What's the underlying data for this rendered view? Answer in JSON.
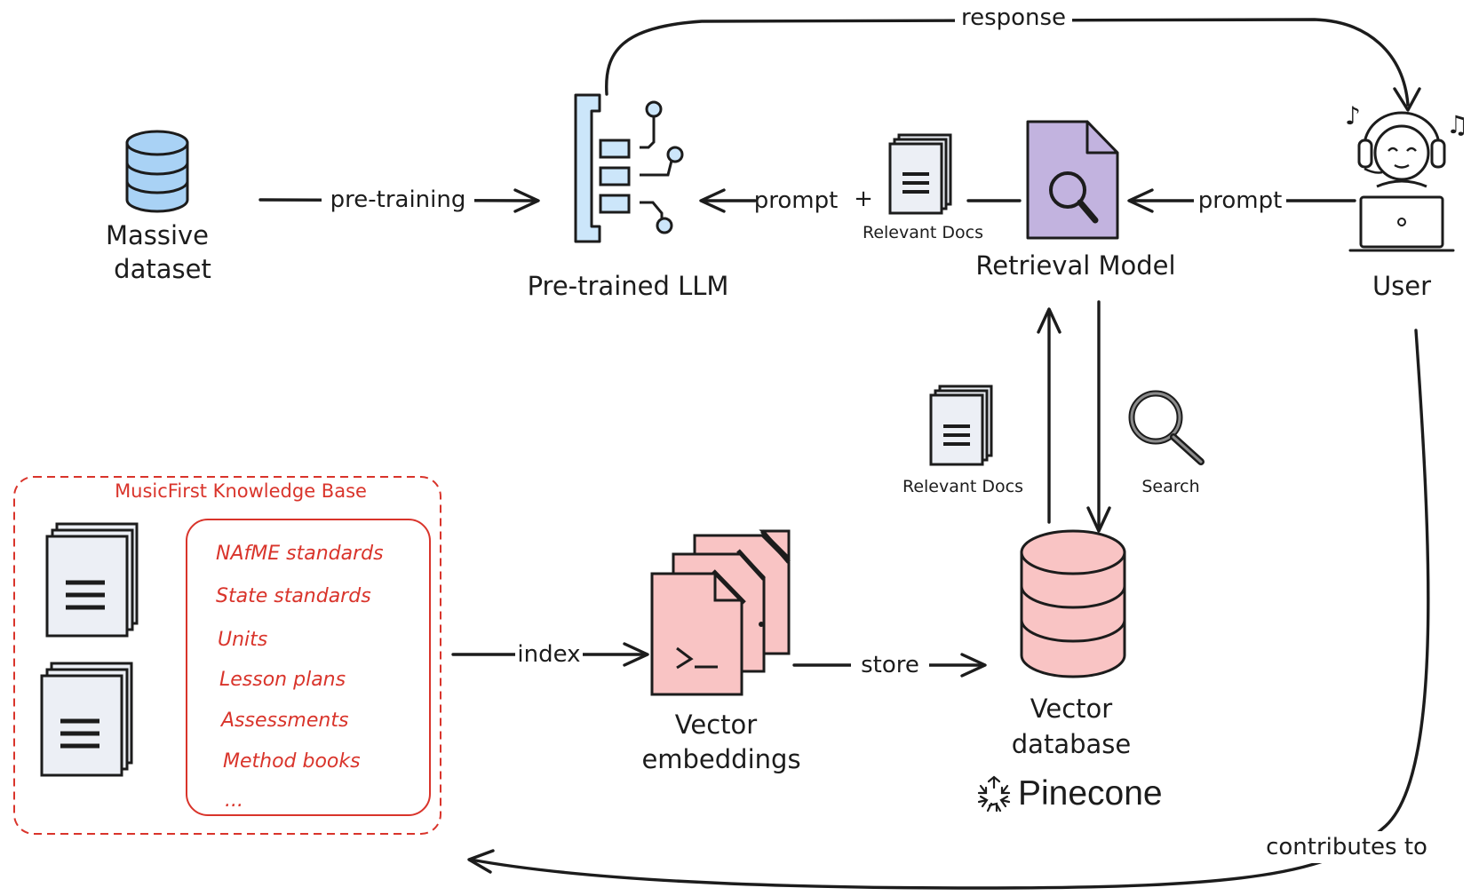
{
  "nodes": {
    "massive_dataset": {
      "line1": "Massive",
      "line2": "dataset"
    },
    "llm": {
      "label": "Pre-trained LLM"
    },
    "retrieval_model": {
      "label": "Retrieval Model"
    },
    "user": {
      "label": "User"
    },
    "relevant_docs_top": {
      "label": "Relevant Docs"
    },
    "relevant_docs_mid": {
      "label": "Relevant Docs"
    },
    "search": {
      "label": "Search"
    },
    "vector_embeddings": {
      "line1": "Vector",
      "line2": "embeddings"
    },
    "vector_database": {
      "line1": "Vector",
      "line2": "database",
      "brand": "Pinecone"
    }
  },
  "edges": {
    "pre_training": "pre-training",
    "prompt_left": "prompt",
    "prompt_plus": "+",
    "prompt_right": "prompt",
    "response": "response",
    "index": "index",
    "store": "store",
    "contributes_to": "contributes to"
  },
  "knowledge_base": {
    "title": "MusicFirst Knowledge Base",
    "items": [
      "NAfME standards",
      "State standards",
      "Units",
      "Lesson plans",
      "Assessments",
      "Method books",
      "..."
    ]
  },
  "colors": {
    "dataset_blue": "#a9d2f5",
    "llm_blue": "#cce6fa",
    "retrieval_purple": "#c2b3df",
    "pink": "#f9c4c4",
    "kb_red": "#d9342b",
    "doc_gray": "#eceff5"
  }
}
